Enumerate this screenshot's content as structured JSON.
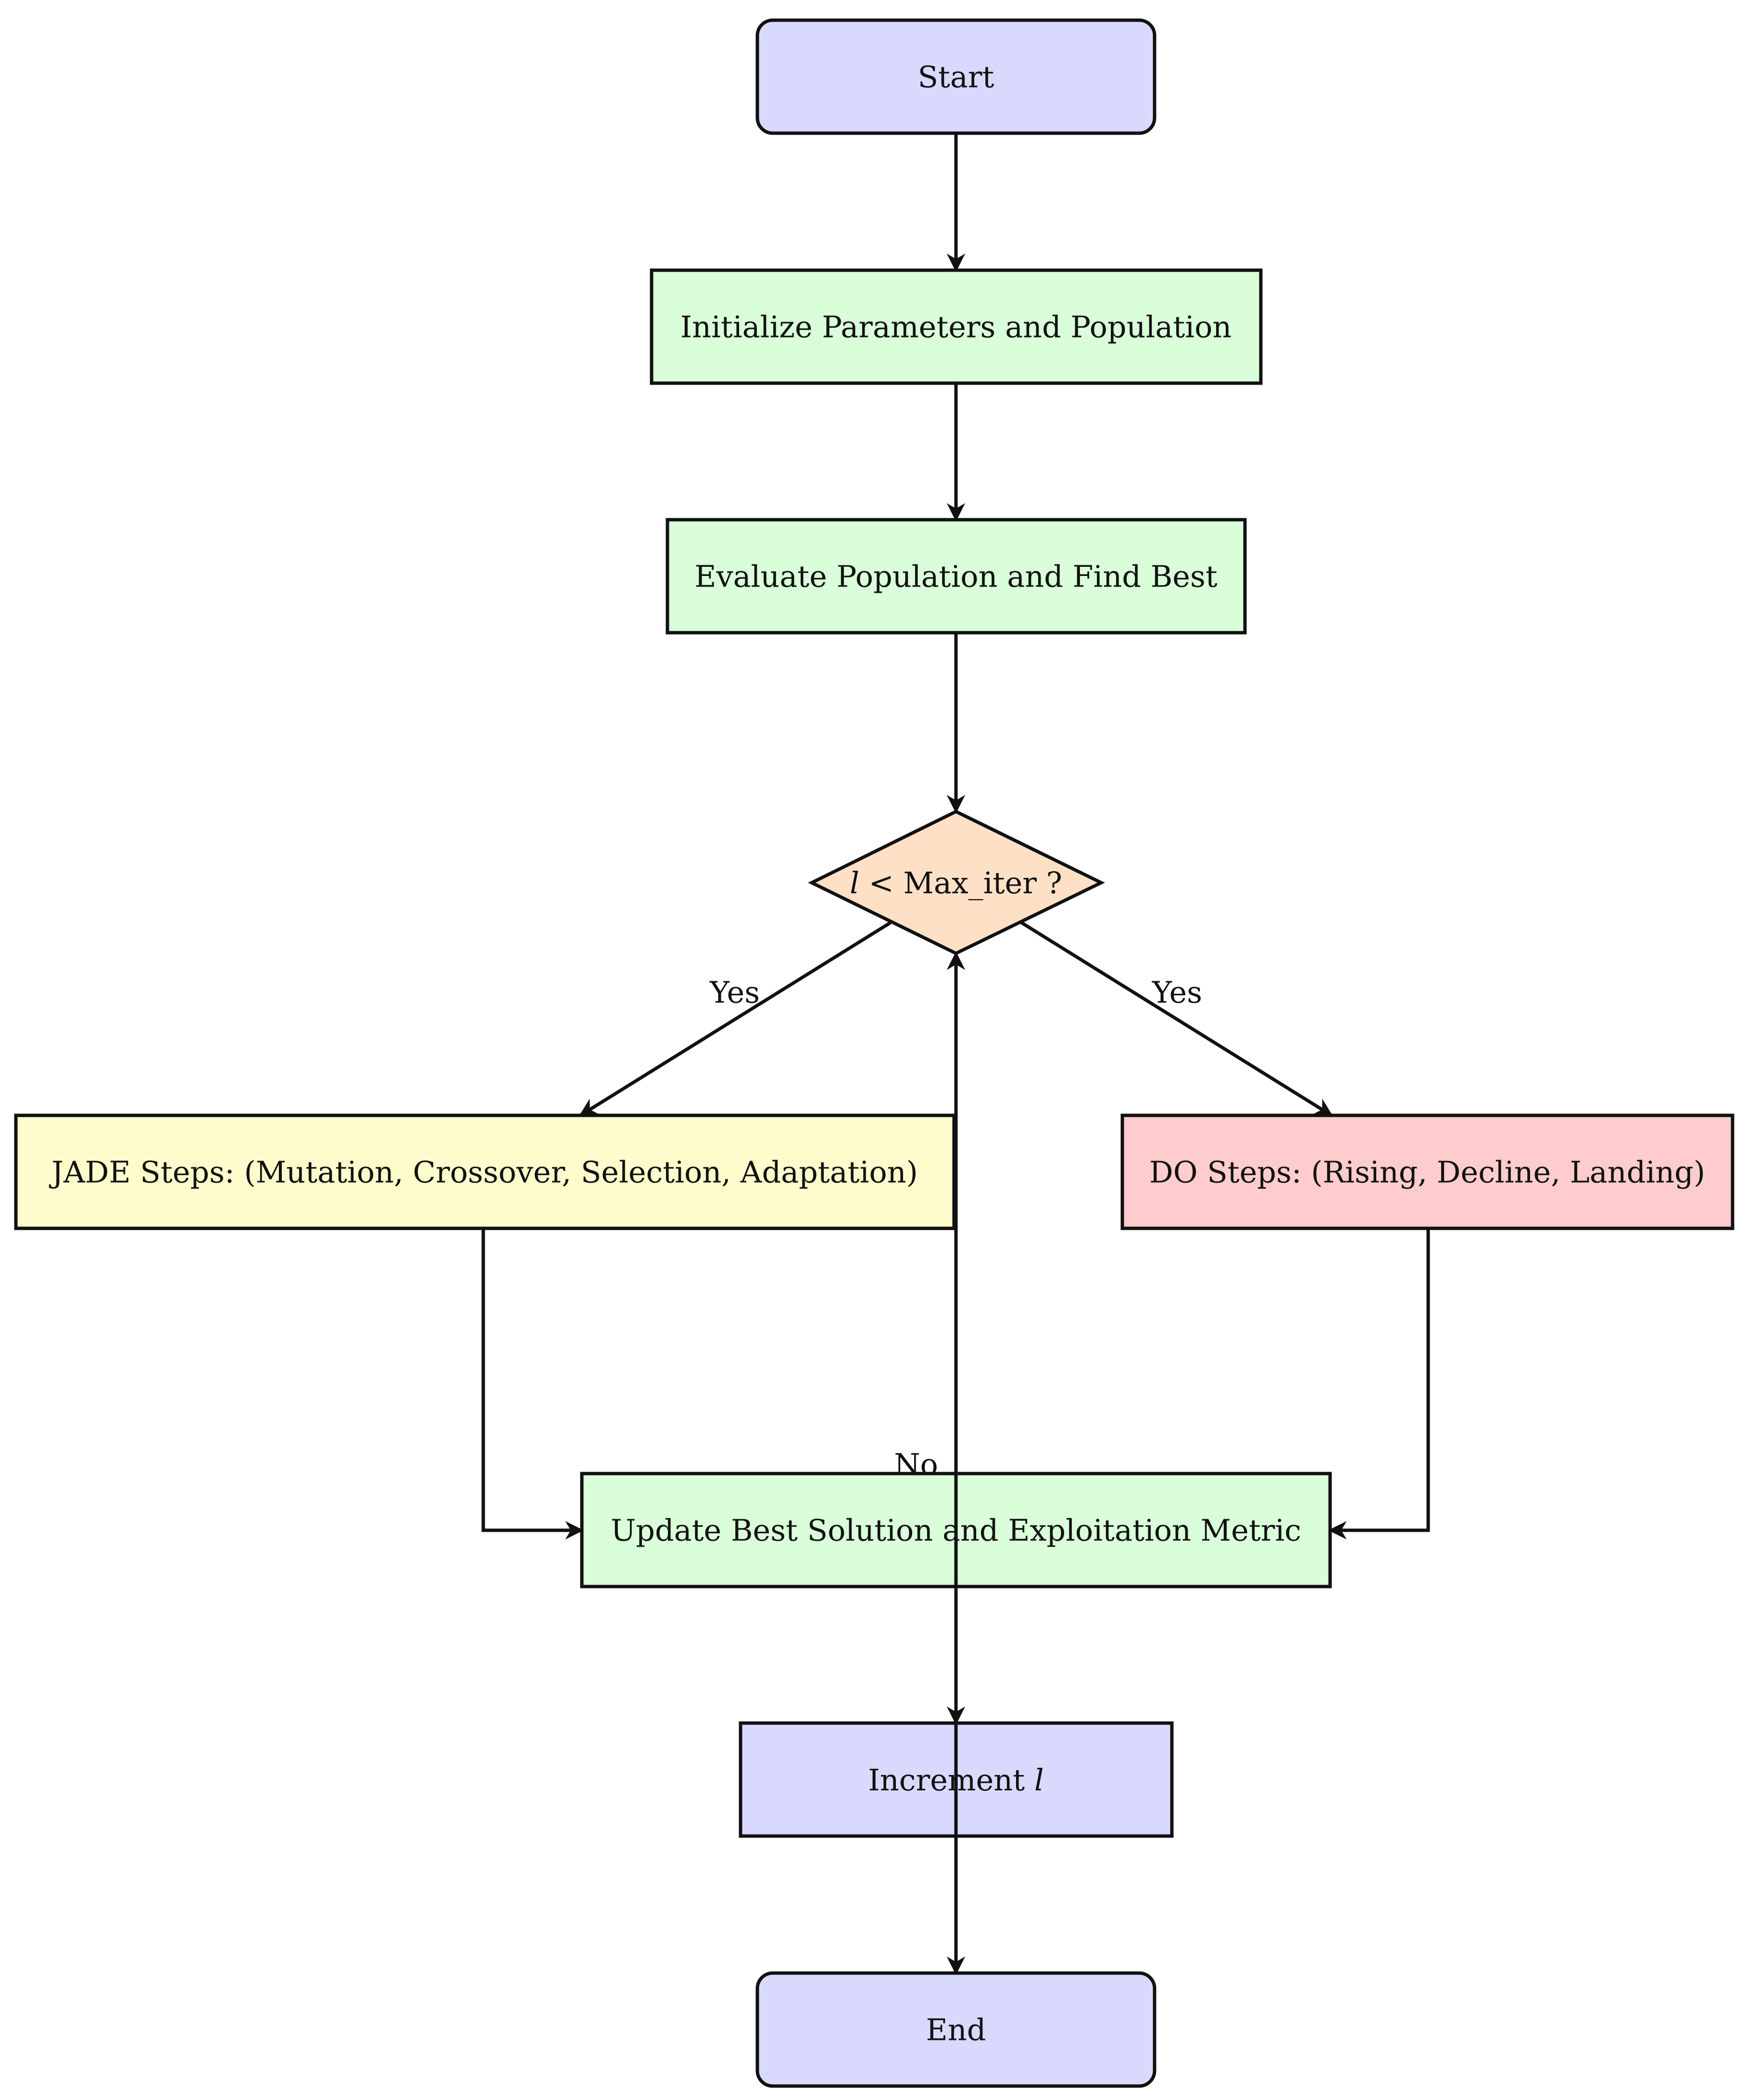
{
  "nodes": {
    "start": {
      "label": "Start",
      "shape": "rounded-rect",
      "fill": "#d9d9fe"
    },
    "init": {
      "label": "Initialize Parameters and Population",
      "shape": "rect",
      "fill": "#d9fed9"
    },
    "evaluate": {
      "label": "Evaluate Population and Find Best",
      "shape": "rect",
      "fill": "#d9fed9"
    },
    "decision": {
      "variable": "l",
      "label_rest": " < Max_iter ?",
      "shape": "diamond",
      "fill": "#fee0c6"
    },
    "jade": {
      "label": "JADE Steps: (Mutation, Crossover, Selection, Adaptation)",
      "shape": "rect",
      "fill": "#fefccc"
    },
    "do_steps": {
      "label": "DO Steps: (Rising, Decline, Landing)",
      "shape": "rect",
      "fill": "#fecccc"
    },
    "update": {
      "label": "Update Best Solution and Exploitation Metric",
      "shape": "rect",
      "fill": "#d9fed9"
    },
    "increment": {
      "label_prefix": "Increment ",
      "variable": "l",
      "shape": "rect",
      "fill": "#d9d9fe"
    },
    "end": {
      "label": "End",
      "shape": "rounded-rect",
      "fill": "#d9d9fe"
    }
  },
  "edges": [
    {
      "from": "start",
      "to": "init",
      "label": ""
    },
    {
      "from": "init",
      "to": "evaluate",
      "label": ""
    },
    {
      "from": "evaluate",
      "to": "decision",
      "label": ""
    },
    {
      "from": "decision",
      "to": "jade",
      "label": "Yes"
    },
    {
      "from": "decision",
      "to": "do_steps",
      "label": "Yes"
    },
    {
      "from": "jade",
      "to": "update",
      "label": ""
    },
    {
      "from": "do_steps",
      "to": "update",
      "label": ""
    },
    {
      "from": "update",
      "to": "increment",
      "label": ""
    },
    {
      "from": "increment",
      "to": "decision",
      "label": ""
    },
    {
      "from": "decision",
      "to": "end",
      "label": "No"
    }
  ],
  "edge_labels": {
    "yes_left": "Yes",
    "yes_right": "Yes",
    "no": "No"
  },
  "colors": {
    "stroke": "#111111",
    "background": "#ffffff"
  }
}
